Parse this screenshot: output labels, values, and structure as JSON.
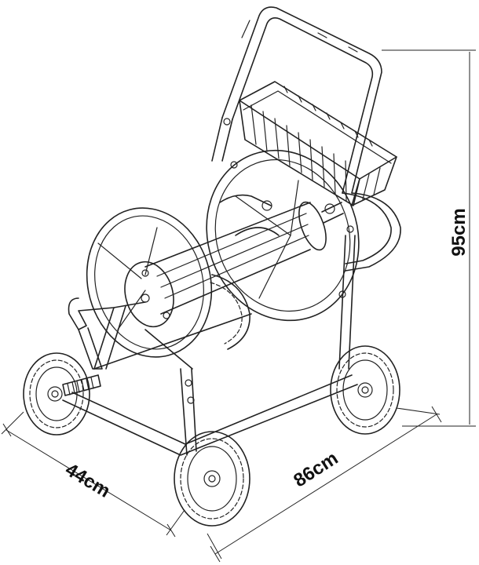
{
  "diagram": {
    "dimensions": {
      "width_label": "44cm",
      "length_label": "86cm",
      "height_label": "95cm"
    },
    "colors": {
      "line": "#222222",
      "background": "#ffffff"
    }
  }
}
